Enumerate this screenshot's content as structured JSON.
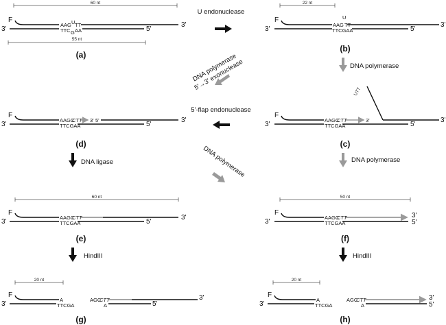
{
  "ends": {
    "f": "F",
    "three": "3'",
    "five": "5'"
  },
  "scales": {
    "nt60": "60 nt",
    "nt55": "55 nt",
    "nt22": "22 nt",
    "nt50": "50 nt",
    "nt20": "20 nt"
  },
  "panels": {
    "a": "(a)",
    "b": "(b)",
    "c": "(c)",
    "d": "(d)",
    "e": "(e)",
    "f": "(f)",
    "g": "(g)",
    "h": "(h)"
  },
  "seq": {
    "aag": "AAG",
    "u": "U",
    "tt": "TT",
    "ttc": "TTC",
    "g": "G",
    "aa": "AA",
    "ttcgaa": "TTCGAA",
    "aagc": "AAGC",
    "ctt": "TT",
    "utt": "UTT",
    "a": "A",
    "ttcga": "TTCGA",
    "agc": "AGC"
  },
  "steps": {
    "u_endo": "U endonuclease",
    "dna_pol": "DNA polymerase",
    "pol_exo_line1": "DNA polymerase",
    "pol_exo_line2": "5'→3' exonuclease",
    "flap": "5'-flap endonuclease",
    "ligase": "DNA ligase",
    "hind": "HindIII"
  },
  "colors": {
    "dark": "#111111",
    "gray": "#9a9a9a"
  }
}
